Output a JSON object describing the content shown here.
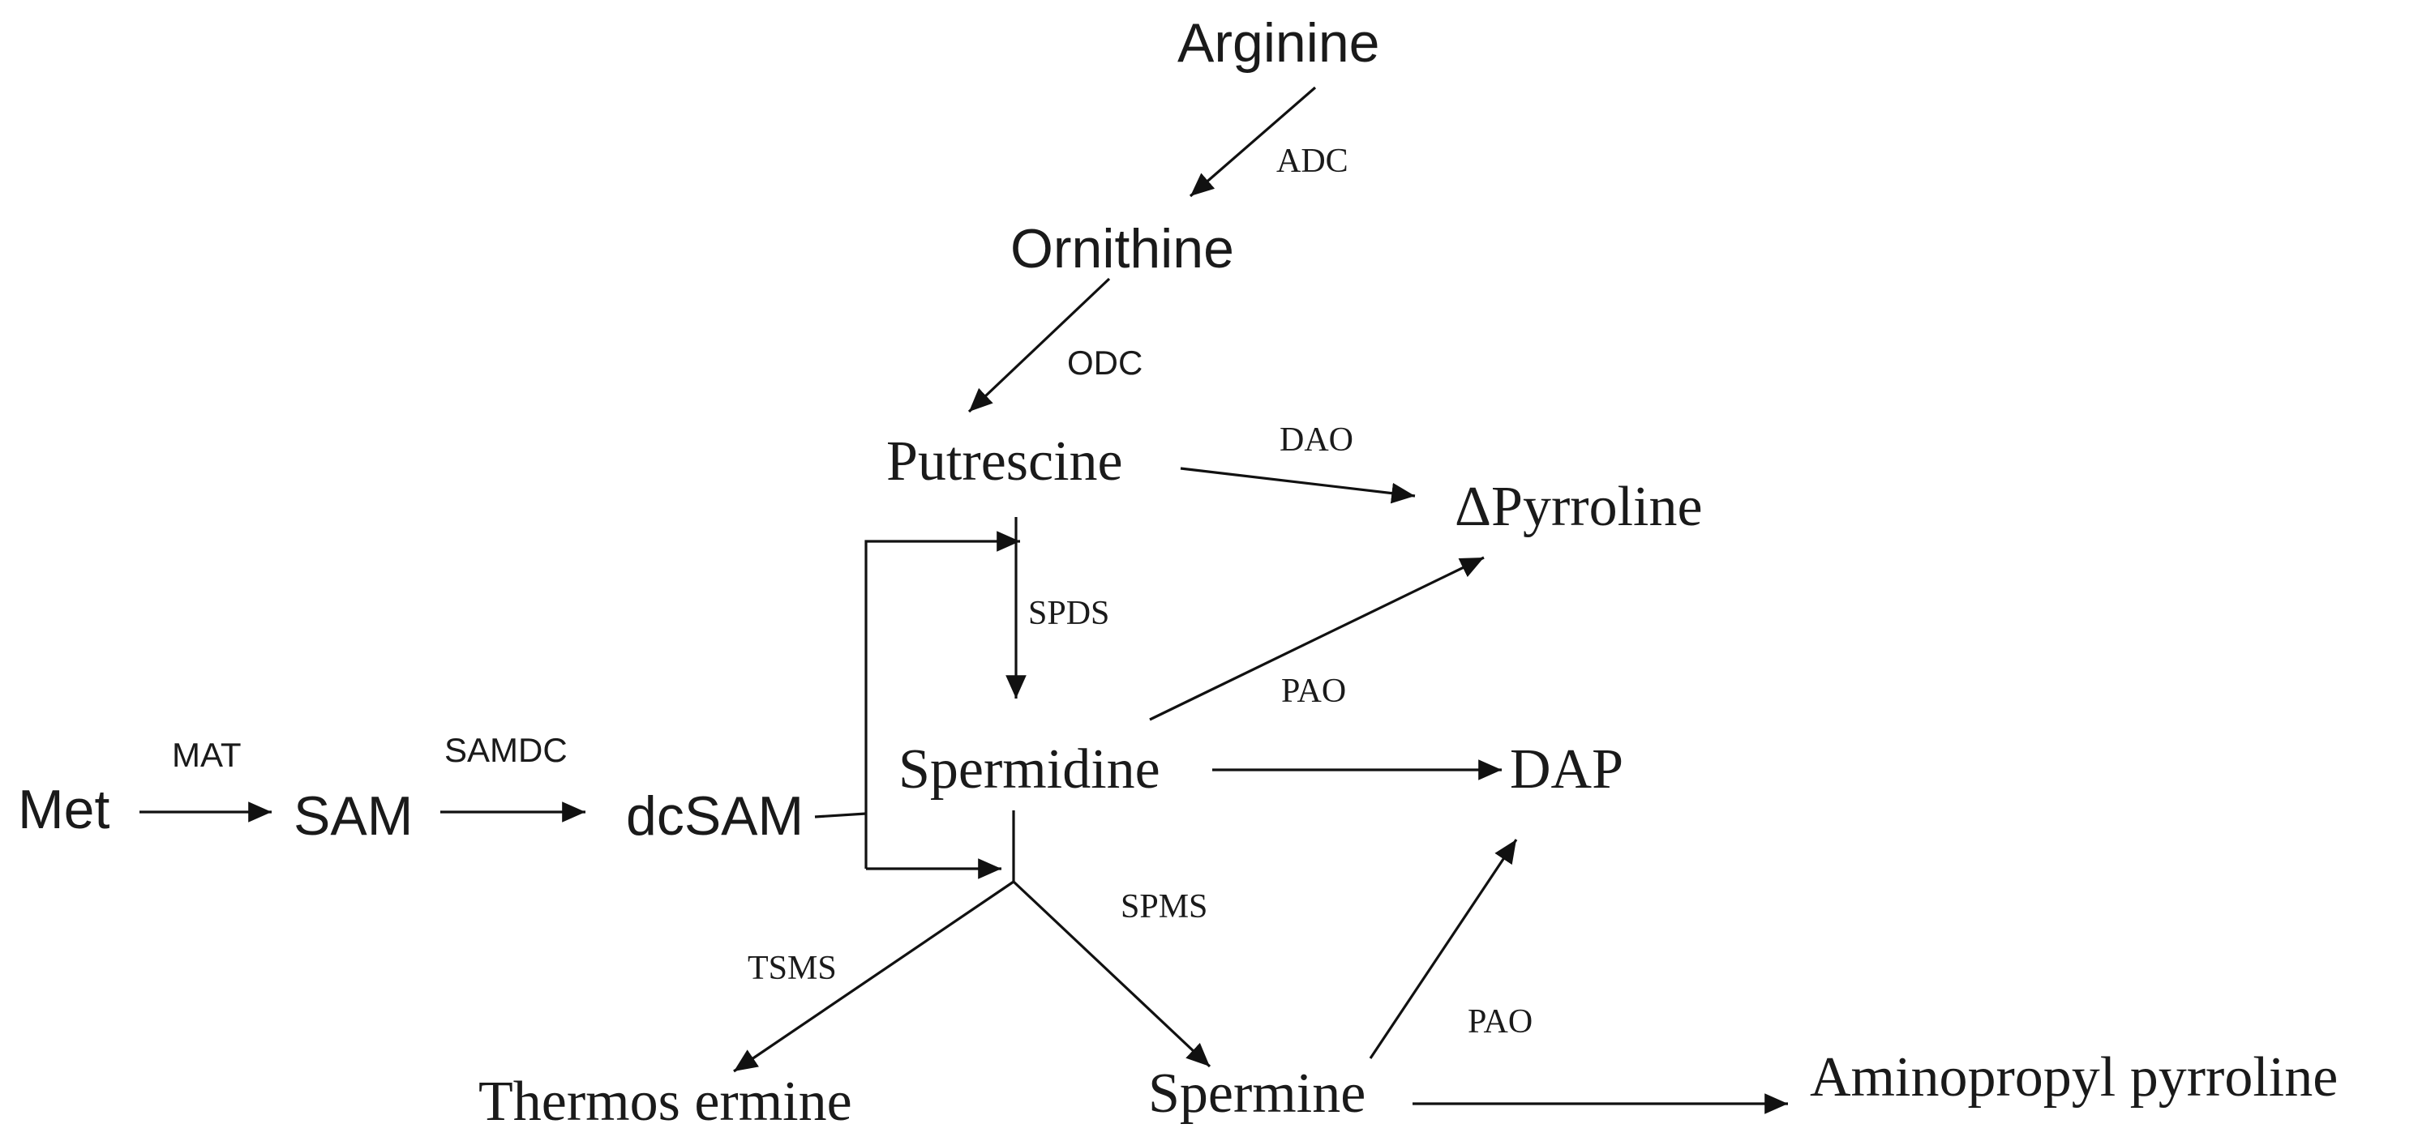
{
  "nodes": {
    "arginine": "Arginine",
    "ornithine": "Ornithine",
    "putrescine": "Putrescine",
    "pyrroline": "ΔPyrroline",
    "spermidine": "Spermidine",
    "dap": "DAP",
    "met": "Met",
    "sam": "SAM",
    "dcsam": "dcSAM",
    "thermospermine": "Thermos ermine",
    "spermine": "Spermine",
    "aminopropyl_pyrroline": "Aminopropyl pyrroline"
  },
  "enzymes": {
    "adc": "ADC",
    "odc": "ODC",
    "dao": "DAO",
    "spds": "SPDS",
    "pao_pyrroline": "PAO",
    "mat": "MAT",
    "samdc": "SAMDC",
    "spms": "SPMS",
    "tsms": "TSMS",
    "pao_dap": "PAO"
  }
}
